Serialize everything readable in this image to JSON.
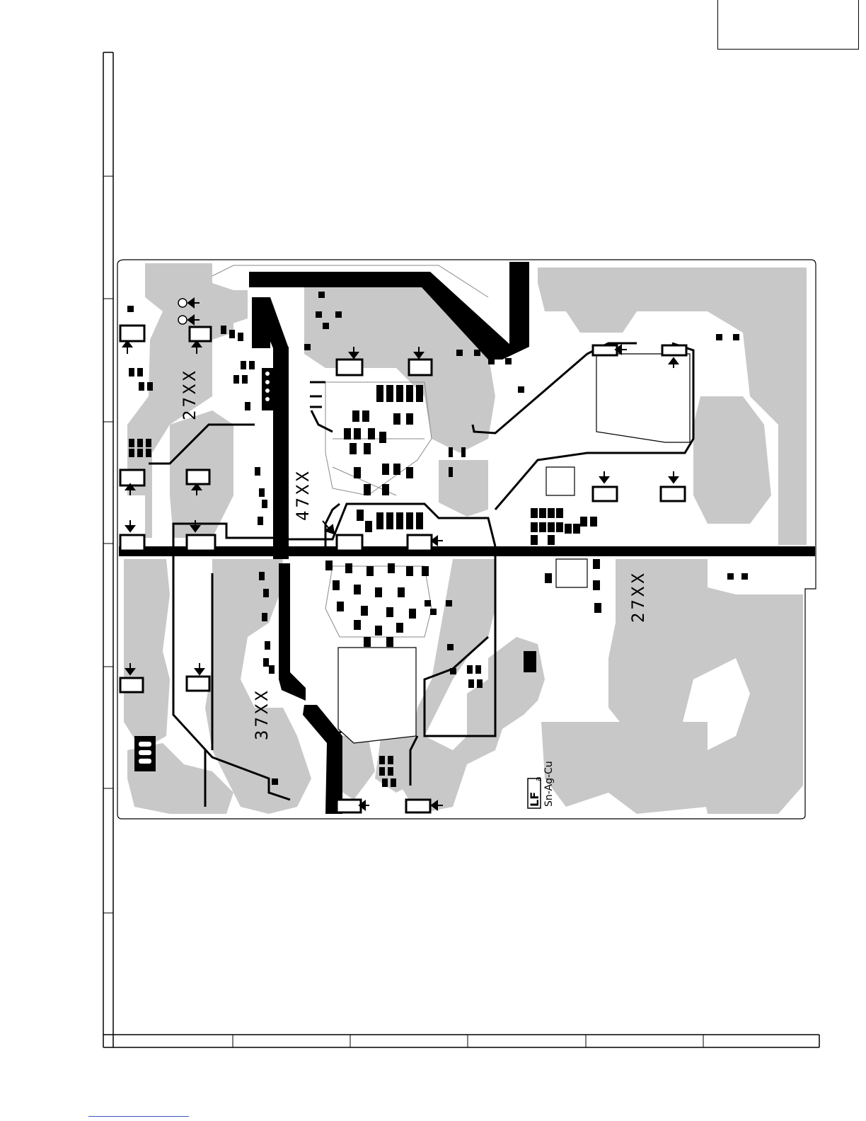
{
  "sheet": {
    "area_labels": {
      "left_27": "27XX",
      "center_47": "47XX",
      "bottom_37": "37XX",
      "right_27": "27XX"
    },
    "lead_free_mark": {
      "letters": "LF",
      "sub": "a",
      "alloy": "Sn-Ag-Cu"
    }
  },
  "colors": {
    "copper": "#c8c8c8",
    "trace": "#000000",
    "background": "#ffffff",
    "link": "#3a52c8"
  }
}
